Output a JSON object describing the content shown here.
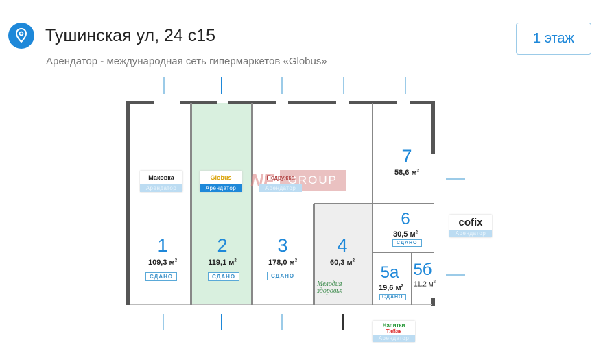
{
  "header": {
    "title": "Тушинская ул, 24 с15",
    "subtitle": "Арендатор - международная сеть гипермаркетов «Globus»",
    "floor_button": "1 этаж",
    "pin_icon": "map-pin-icon"
  },
  "watermark": {
    "brand": "NF",
    "group": "GROUP"
  },
  "colors": {
    "accent": "#1e88d9",
    "highlight_room": "#d9f0df",
    "gray_room": "#eeeeee"
  },
  "tenant_label": "Арендатор",
  "rooms": [
    {
      "number": "1",
      "area": "109,3 м",
      "status": "СДАНО",
      "tenant": "Маковка"
    },
    {
      "number": "2",
      "area": "119,1 м",
      "status": "СДАНО",
      "tenant": "Globus"
    },
    {
      "number": "3",
      "area": "178,0 м",
      "status": "СДАНО",
      "tenant": "Подружка"
    },
    {
      "number": "4",
      "area": "60,3 м",
      "tenant": "Мелодия здоровья"
    },
    {
      "number": "5а",
      "area": "19,6 м",
      "status": "СДАНО",
      "tenant_line1": "Напитки",
      "tenant_line2": "Табак"
    },
    {
      "number": "5б",
      "area": "11,2 м"
    },
    {
      "number": "6",
      "area": "30,5 м",
      "status": "СДАНО",
      "tenant": "cofix"
    },
    {
      "number": "7",
      "area": "58,6 м"
    }
  ],
  "sup": "2"
}
